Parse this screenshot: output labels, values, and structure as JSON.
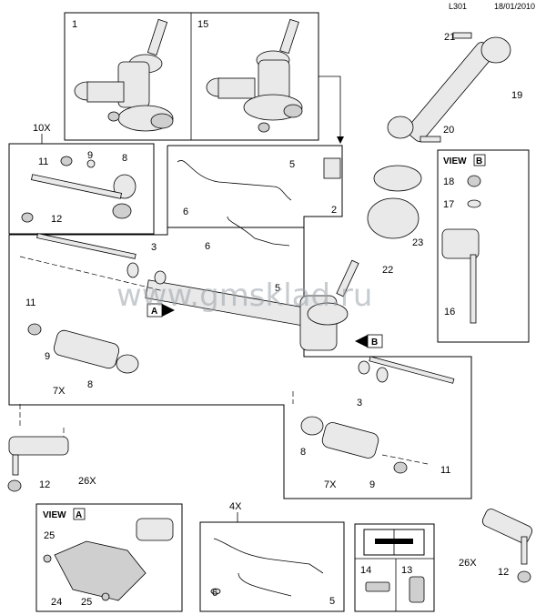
{
  "header": {
    "code": "L301",
    "date": "18/01/2010"
  },
  "watermark": "www.gmsklad.ru",
  "views": {
    "a": {
      "word": "VIEW",
      "letter": "A"
    },
    "b": {
      "word": "VIEW",
      "letter": "B"
    }
  },
  "arrows": {
    "a": "A",
    "b": "B"
  },
  "labels": {
    "p1": "1",
    "p15": "15",
    "p10x": "10X",
    "p11a": "11",
    "p9a": "9",
    "p8a": "8",
    "p12a": "12",
    "p5a": "5",
    "p6a": "6",
    "p2": "2",
    "p6b": "6",
    "p5b": "5",
    "p3a": "3",
    "p21": "21",
    "p19": "19",
    "p20": "20",
    "p23": "23",
    "p22": "22",
    "p18": "18",
    "p17": "17",
    "p16": "16",
    "p11b": "11",
    "p9b": "9",
    "p7xa": "7X",
    "p8b": "8",
    "p3b": "3",
    "p8c": "8",
    "p7xb": "7X",
    "p9c": "9",
    "p11c": "11",
    "p26xa": "26X",
    "p12b": "12",
    "p4x": "4X",
    "p6c": "6",
    "p5c": "5",
    "p25a": "25",
    "p24": "24",
    "p25b": "25",
    "p26xb": "26X",
    "p12c": "12",
    "p14": "14",
    "p13": "13"
  },
  "colors": {
    "line": "#000000",
    "part_fill": "#e9e9e9",
    "watermark": "#9aa3ab"
  }
}
